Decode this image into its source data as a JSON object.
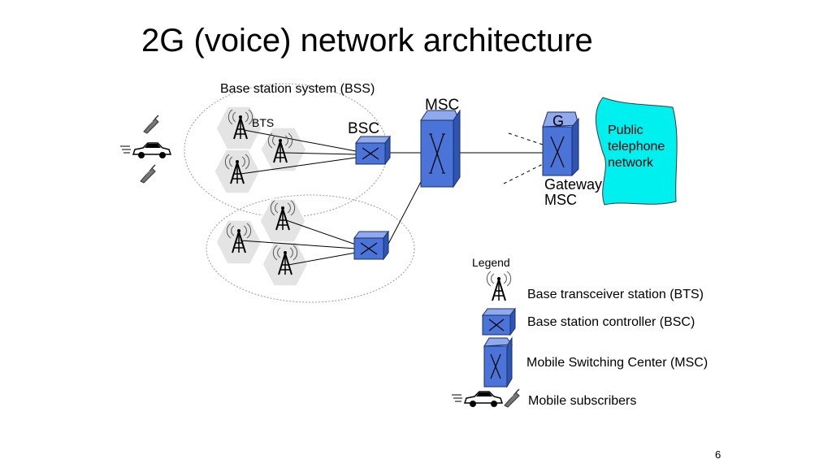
{
  "title": "2G (voice) network architecture",
  "labels": {
    "bss": "Base station system (BSS)",
    "msc": "MSC",
    "bts": "BTS",
    "bsc": "BSC",
    "gateway_g": "G",
    "pstn": "Public telephone network",
    "gateway_msc": "Gateway MSC"
  },
  "legend": {
    "title": "Legend",
    "items": [
      {
        "icon": "bts-tower-icon",
        "label": "Base transceiver station (BTS)"
      },
      {
        "icon": "bsc-box-icon",
        "label": "Base station controller (BSC)"
      },
      {
        "icon": "msc-box-icon",
        "label": "Mobile Switching Center (MSC)"
      },
      {
        "icon": "mobile-subscribers-icon",
        "label": "Mobile subscribers"
      }
    ]
  },
  "page_number": "6",
  "colors": {
    "box_fill": "#4a74d8",
    "box_side": "#2f55b4",
    "cloud_fill": "#00f0f0",
    "cell_fill": "#e4e4e4",
    "tower": "#000000",
    "dotted": "#9a9a9a"
  }
}
